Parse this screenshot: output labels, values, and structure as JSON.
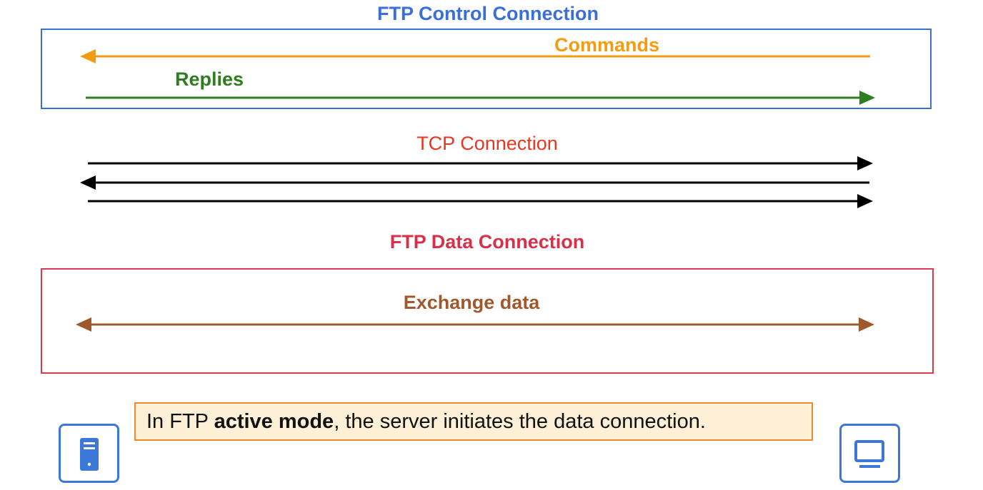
{
  "control": {
    "title": "FTP Control Connection",
    "commands_label": "Commands",
    "replies_label": "Replies"
  },
  "tcp": {
    "title": "TCP Connection"
  },
  "data_conn": {
    "title": "FTP Data Connection",
    "exchange_label": "Exchange data"
  },
  "note": {
    "prefix": "In FTP ",
    "emphasis": "active mode",
    "suffix": ", the server initiates the data connection."
  },
  "colors": {
    "control": "#3b6fd8",
    "commands": "#f39c12",
    "replies": "#2e7d1e",
    "tcp_title": "#e8371f",
    "data_title": "#d9304a",
    "exchange": "#a0582d",
    "device": "#3b78d8"
  },
  "icons": {
    "left_device": "server-icon",
    "right_device": "monitor-icon"
  }
}
